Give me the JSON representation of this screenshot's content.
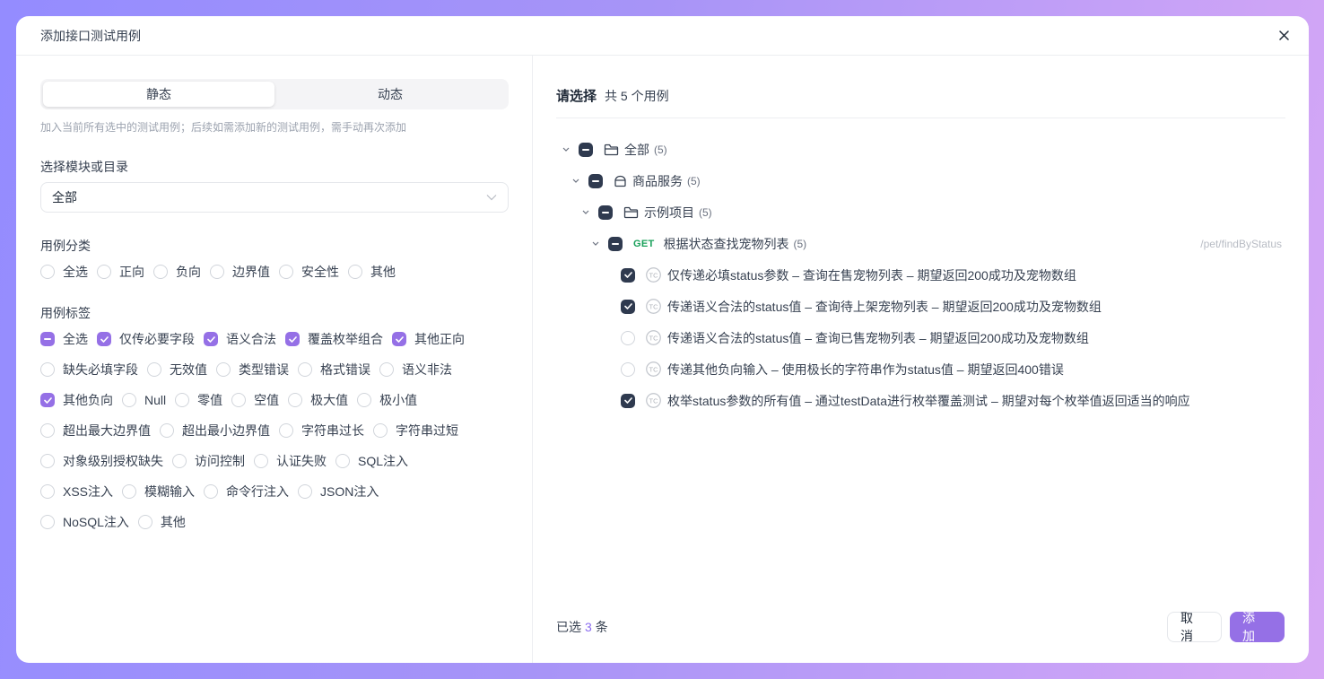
{
  "modal": {
    "title": "添加接口测试用例",
    "close_icon": "close-icon"
  },
  "left": {
    "segment": {
      "items": [
        {
          "label": "静态",
          "active": true
        },
        {
          "label": "动态",
          "active": false
        }
      ]
    },
    "hint": "加入当前所有选中的测试用例；后续如需添加新的测试用例，需手动再次添加",
    "module_label": "选择模块或目录",
    "module_select": {
      "value": "全部",
      "icon": "chevron-down-icon"
    },
    "category_label": "用例分类",
    "categories": [
      {
        "label": "全选",
        "state": "unchecked"
      },
      {
        "label": "正向",
        "state": "unchecked"
      },
      {
        "label": "负向",
        "state": "unchecked"
      },
      {
        "label": "边界值",
        "state": "unchecked"
      },
      {
        "label": "安全性",
        "state": "unchecked"
      },
      {
        "label": "其他",
        "state": "unchecked"
      }
    ],
    "tag_label": "用例标签",
    "tag_rows": [
      [
        {
          "label": "全选",
          "state": "indeterminate"
        },
        {
          "label": "仅传必要字段",
          "state": "checked"
        },
        {
          "label": "语义合法",
          "state": "checked"
        },
        {
          "label": "覆盖枚举组合",
          "state": "checked"
        },
        {
          "label": "其他正向",
          "state": "checked"
        }
      ],
      [
        {
          "label": "缺失必填字段",
          "state": "unchecked"
        },
        {
          "label": "无效值",
          "state": "unchecked"
        },
        {
          "label": "类型错误",
          "state": "unchecked"
        },
        {
          "label": "格式错误",
          "state": "unchecked"
        },
        {
          "label": "语义非法",
          "state": "unchecked"
        }
      ],
      [
        {
          "label": "其他负向",
          "state": "checked"
        },
        {
          "label": "Null",
          "state": "unchecked"
        },
        {
          "label": "零值",
          "state": "unchecked"
        },
        {
          "label": "空值",
          "state": "unchecked"
        },
        {
          "label": "极大值",
          "state": "unchecked"
        },
        {
          "label": "极小值",
          "state": "unchecked"
        }
      ],
      [
        {
          "label": "超出最大边界值",
          "state": "unchecked"
        },
        {
          "label": "超出最小边界值",
          "state": "unchecked"
        },
        {
          "label": "字符串过长",
          "state": "unchecked"
        },
        {
          "label": "字符串过短",
          "state": "unchecked"
        }
      ],
      [
        {
          "label": "对象级别授权缺失",
          "state": "unchecked"
        },
        {
          "label": "访问控制",
          "state": "unchecked"
        },
        {
          "label": "认证失败",
          "state": "unchecked"
        },
        {
          "label": "SQL注入",
          "state": "unchecked"
        }
      ],
      [
        {
          "label": "XSS注入",
          "state": "unchecked"
        },
        {
          "label": "模糊输入",
          "state": "unchecked"
        },
        {
          "label": "命令行注入",
          "state": "unchecked"
        },
        {
          "label": "JSON注入",
          "state": "unchecked"
        }
      ],
      [
        {
          "label": "NoSQL注入",
          "state": "unchecked"
        },
        {
          "label": "其他",
          "state": "unchecked"
        }
      ]
    ]
  },
  "right": {
    "title": "请选择",
    "count_text": "共 5 个用例",
    "tree": [
      {
        "level": 0,
        "type": "folder",
        "label": "全部",
        "count": "(5)",
        "state": "indeterminate"
      },
      {
        "level": 1,
        "type": "module",
        "label": "商品服务",
        "count": "(5)",
        "state": "indeterminate"
      },
      {
        "level": 2,
        "type": "folder",
        "label": "示例项目",
        "count": "(5)",
        "state": "indeterminate"
      },
      {
        "level": 3,
        "type": "api",
        "method": "GET",
        "label": "根据状态查找宠物列表",
        "count": "(5)",
        "state": "indeterminate",
        "path": "/pet/findByStatus"
      }
    ],
    "cases": [
      {
        "label": "仅传递必填status参数 – 查询在售宠物列表 – 期望返回200成功及宠物数组",
        "state": "checked"
      },
      {
        "label": "传递语义合法的status值 – 查询待上架宠物列表 – 期望返回200成功及宠物数组",
        "state": "checked"
      },
      {
        "label": "传递语义合法的status值 – 查询已售宠物列表 – 期望返回200成功及宠物数组",
        "state": "unchecked"
      },
      {
        "label": "传递其他负向输入 – 使用极长的字符串作为status值 – 期望返回400错误",
        "state": "unchecked"
      },
      {
        "label": "枚举status参数的所有值 – 通过testData进行枚举覆盖测试 – 期望对每个枚举值返回适当的响应",
        "state": "checked"
      }
    ],
    "tc_badge": "TC",
    "footer": {
      "prefix": "已选",
      "count": "3",
      "suffix": "条"
    },
    "buttons": {
      "cancel": "取消",
      "add": "添加"
    }
  },
  "colors": {
    "accent": "#9570e6",
    "dark_check": "#2f3a4f",
    "get_method": "#19a05a",
    "background_gradient_start": "#948cff",
    "background_gradient_end": "#d7a8f5"
  }
}
